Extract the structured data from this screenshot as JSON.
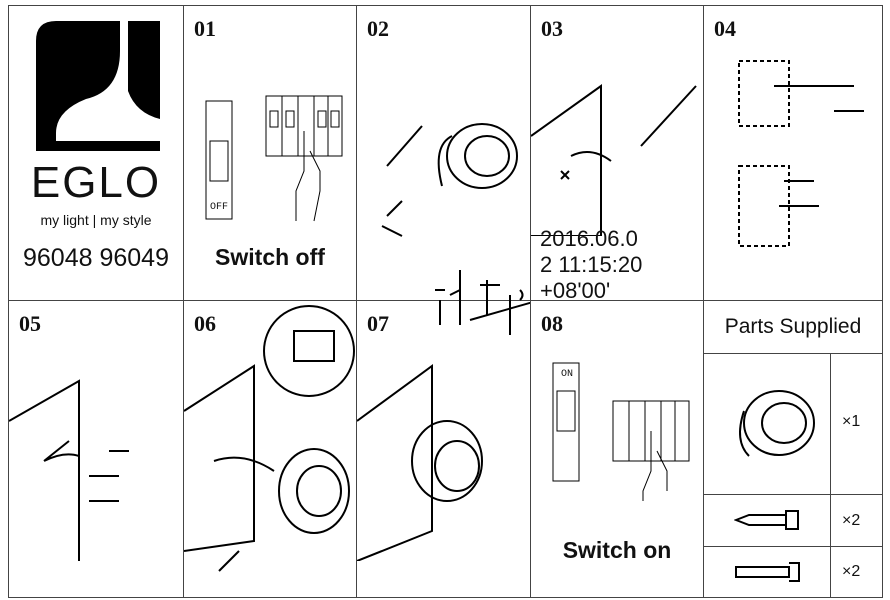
{
  "brand": {
    "name": "EGLO",
    "tagline": "my light | my style",
    "models": "96048 96049"
  },
  "steps": [
    {
      "number": "01",
      "caption": "Switch off",
      "switch_label": "OFF"
    },
    {
      "number": "02"
    },
    {
      "number": "03"
    },
    {
      "number": "04"
    },
    {
      "number": "05"
    },
    {
      "number": "06"
    },
    {
      "number": "07"
    },
    {
      "number": "08",
      "caption": "Switch on",
      "switch_label": "ON"
    }
  ],
  "parts": {
    "title": "Parts Supplied",
    "items": [
      {
        "name": "lamp",
        "qty": "×1"
      },
      {
        "name": "screw",
        "qty": "×2"
      },
      {
        "name": "wall-plug",
        "qty": "×2"
      }
    ]
  },
  "stamp": {
    "line1": "2016.06.0",
    "line2": "2 11:15:20",
    "line3": "+08'00'"
  }
}
